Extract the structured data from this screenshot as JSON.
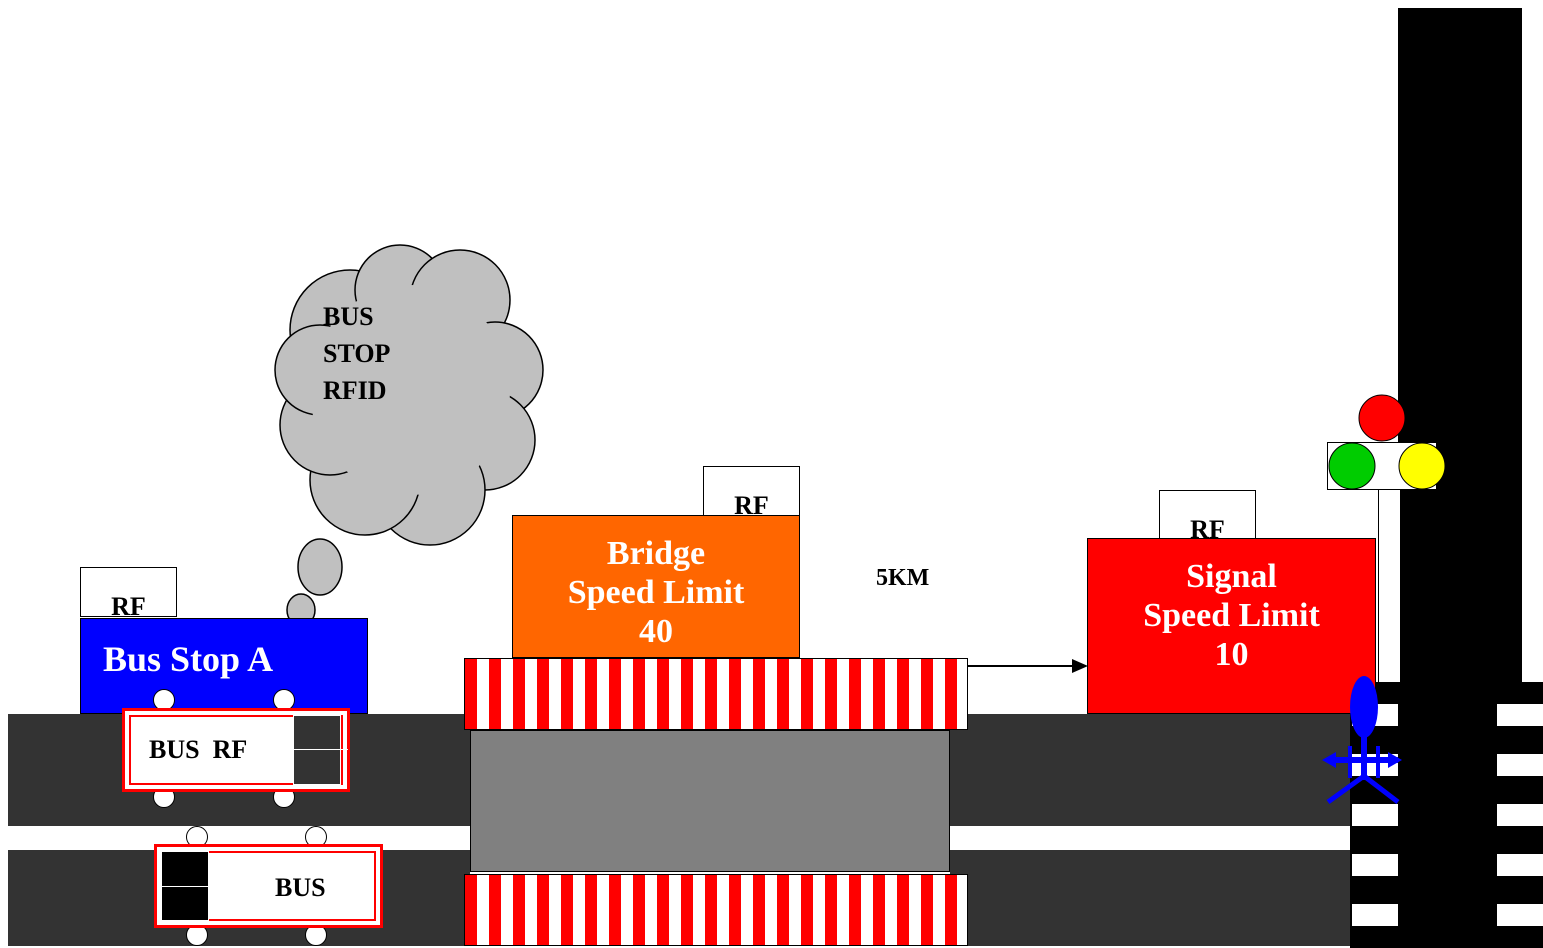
{
  "cloud": {
    "line1": "BUS",
    "line2": "STOP",
    "line3": "RFID"
  },
  "bus_stop": {
    "label": "Bus Stop A",
    "rf": "RF"
  },
  "bridge": {
    "line1": "Bridge",
    "line2": "Speed Limit",
    "line3": "40",
    "rf": "RF",
    "color": "#ff6600"
  },
  "distance": {
    "label": "5KM"
  },
  "signal": {
    "line1": "Signal",
    "line2": "Speed Limit",
    "line3": "10",
    "rf": "RF",
    "color": "#ff0000"
  },
  "bus_top": {
    "label": "BUS",
    "rf": "RF"
  },
  "bus_bottom": {
    "label": "BUS"
  },
  "traffic_light": {
    "red": "#ff0000",
    "green": "#00cc00",
    "yellow": "#ffff00"
  },
  "colors": {
    "road": "#333333",
    "bridge_deck": "#808080",
    "bus_stop_sign": "#0000ff",
    "pedestrian": "#0000ff"
  }
}
